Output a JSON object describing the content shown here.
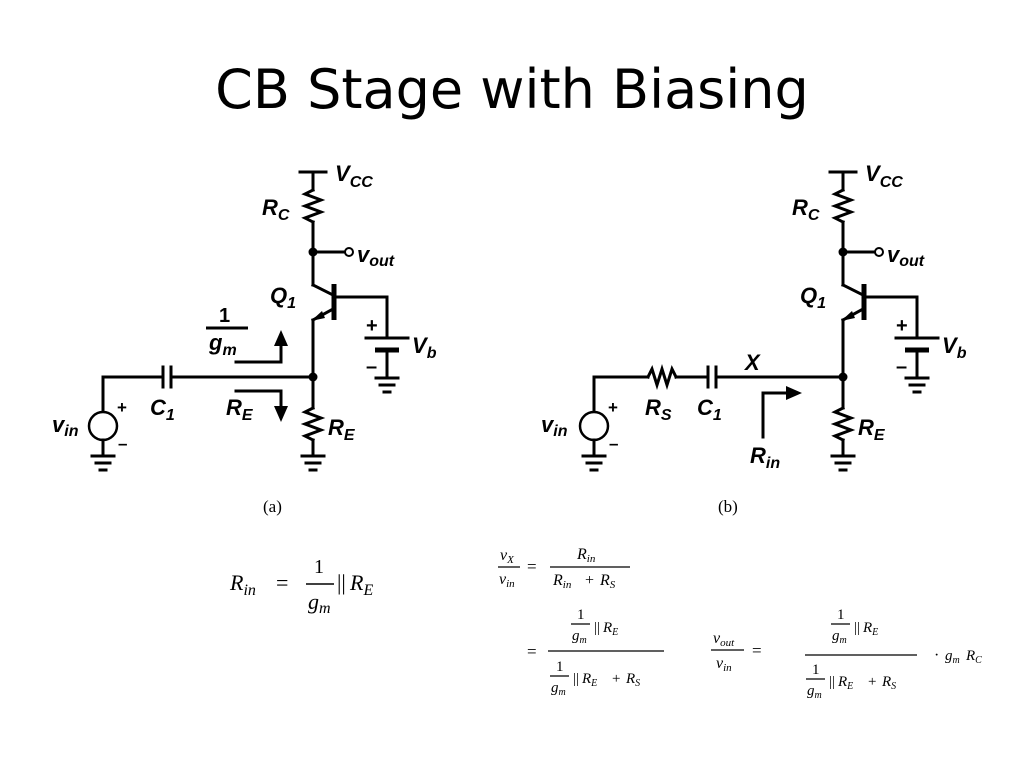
{
  "slide": {
    "title": "CB Stage with Biasing"
  },
  "circuit_a": {
    "caption": "(a)",
    "vcc": "V",
    "vcc_sub": "CC",
    "rc": "R",
    "rc_sub": "C",
    "vout": "v",
    "vout_sub": "out",
    "q1": "Q",
    "q1_sub": "1",
    "vb": "V",
    "vb_sub": "b",
    "one_over_gm_num": "1",
    "one_over_gm_den": "g",
    "one_over_gm_den_sub": "m",
    "re_arrow": "R",
    "re_arrow_sub": "E",
    "re": "R",
    "re_sub": "E",
    "c1": "C",
    "c1_sub": "1",
    "vin": "v",
    "vin_sub": "in",
    "plus": "+",
    "minus": "–"
  },
  "circuit_b": {
    "caption": "(b)",
    "vcc": "V",
    "vcc_sub": "CC",
    "rc": "R",
    "rc_sub": "C",
    "vout": "v",
    "vout_sub": "out",
    "q1": "Q",
    "q1_sub": "1",
    "vb": "V",
    "vb_sub": "b",
    "x": "X",
    "rs": "R",
    "rs_sub": "S",
    "c1": "C",
    "c1_sub": "1",
    "rin": "R",
    "rin_sub": "in",
    "re": "R",
    "re_sub": "E",
    "vin": "v",
    "vin_sub": "in",
    "plus": "+",
    "minus": "–"
  },
  "equations": {
    "rin_lhs": "R",
    "rin_lhs_sub": "in",
    "equals": "=",
    "one": "1",
    "gm": "g",
    "gm_sub": "m",
    "parallel": "||",
    "re": "R",
    "re_sub": "E",
    "vx": "v",
    "vx_sub": "X",
    "vin": "v",
    "vin_sub": "in",
    "rin": "R",
    "rin_sub": "in",
    "plus": "+",
    "rs": "R",
    "rs_sub": "S",
    "vout": "v",
    "vout_sub": "out",
    "dot": "·",
    "rc": "R",
    "rc_sub": "C"
  }
}
